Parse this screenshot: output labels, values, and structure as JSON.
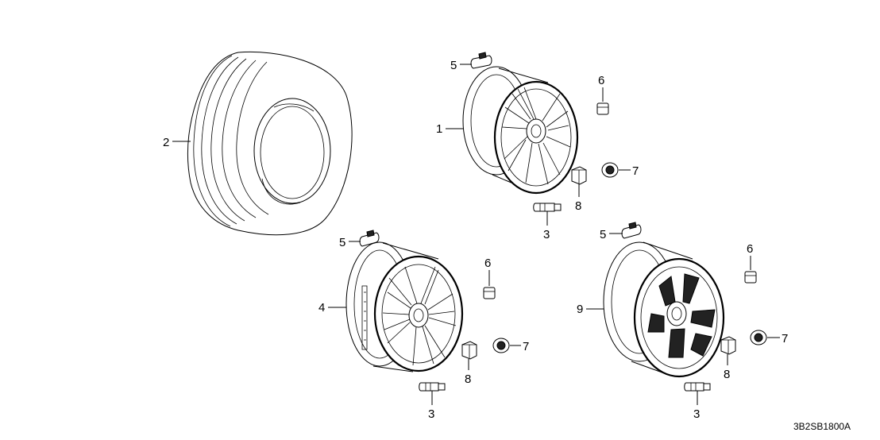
{
  "diagram_code": "3B2SB1800A",
  "callouts": {
    "tire": "2",
    "wheel_top": "1",
    "wheel_left": "4",
    "wheel_right": "9",
    "sensor_top": "5",
    "sensor_left": "5",
    "sensor_right": "5",
    "weight_top": "6",
    "weight_left": "6",
    "weight_right": "6",
    "cap_top": "7",
    "cap_left": "7",
    "cap_right": "7",
    "nut_top": "8",
    "nut_left": "8",
    "nut_right": "8",
    "valve_top": "3",
    "valve_left": "3",
    "valve_right": "3"
  }
}
